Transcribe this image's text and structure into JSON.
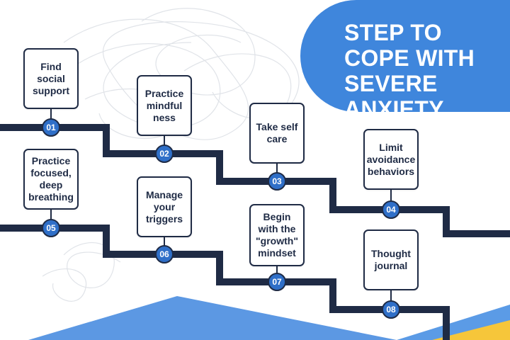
{
  "title": "STEP TO COPE WITH SEVERE ANXIETY",
  "colors": {
    "accent": "#3f86dc",
    "path": "#1f2b45",
    "badge": "#2f6fc8",
    "wedge_blue": "#4a8de0",
    "wedge_yellow": "#f6c63a"
  },
  "steps": [
    {
      "number": "01",
      "label": "Find social support"
    },
    {
      "number": "02",
      "label": "Practice mindful ness"
    },
    {
      "number": "03",
      "label": "Take self care"
    },
    {
      "number": "04",
      "label": "Limit avoidance behaviors"
    },
    {
      "number": "05",
      "label": "Practice focused, deep breathing"
    },
    {
      "number": "06",
      "label": "Manage your triggers"
    },
    {
      "number": "07",
      "label": "Begin with the \"growth\" mindset"
    },
    {
      "number": "08",
      "label": "Thought journal"
    }
  ]
}
